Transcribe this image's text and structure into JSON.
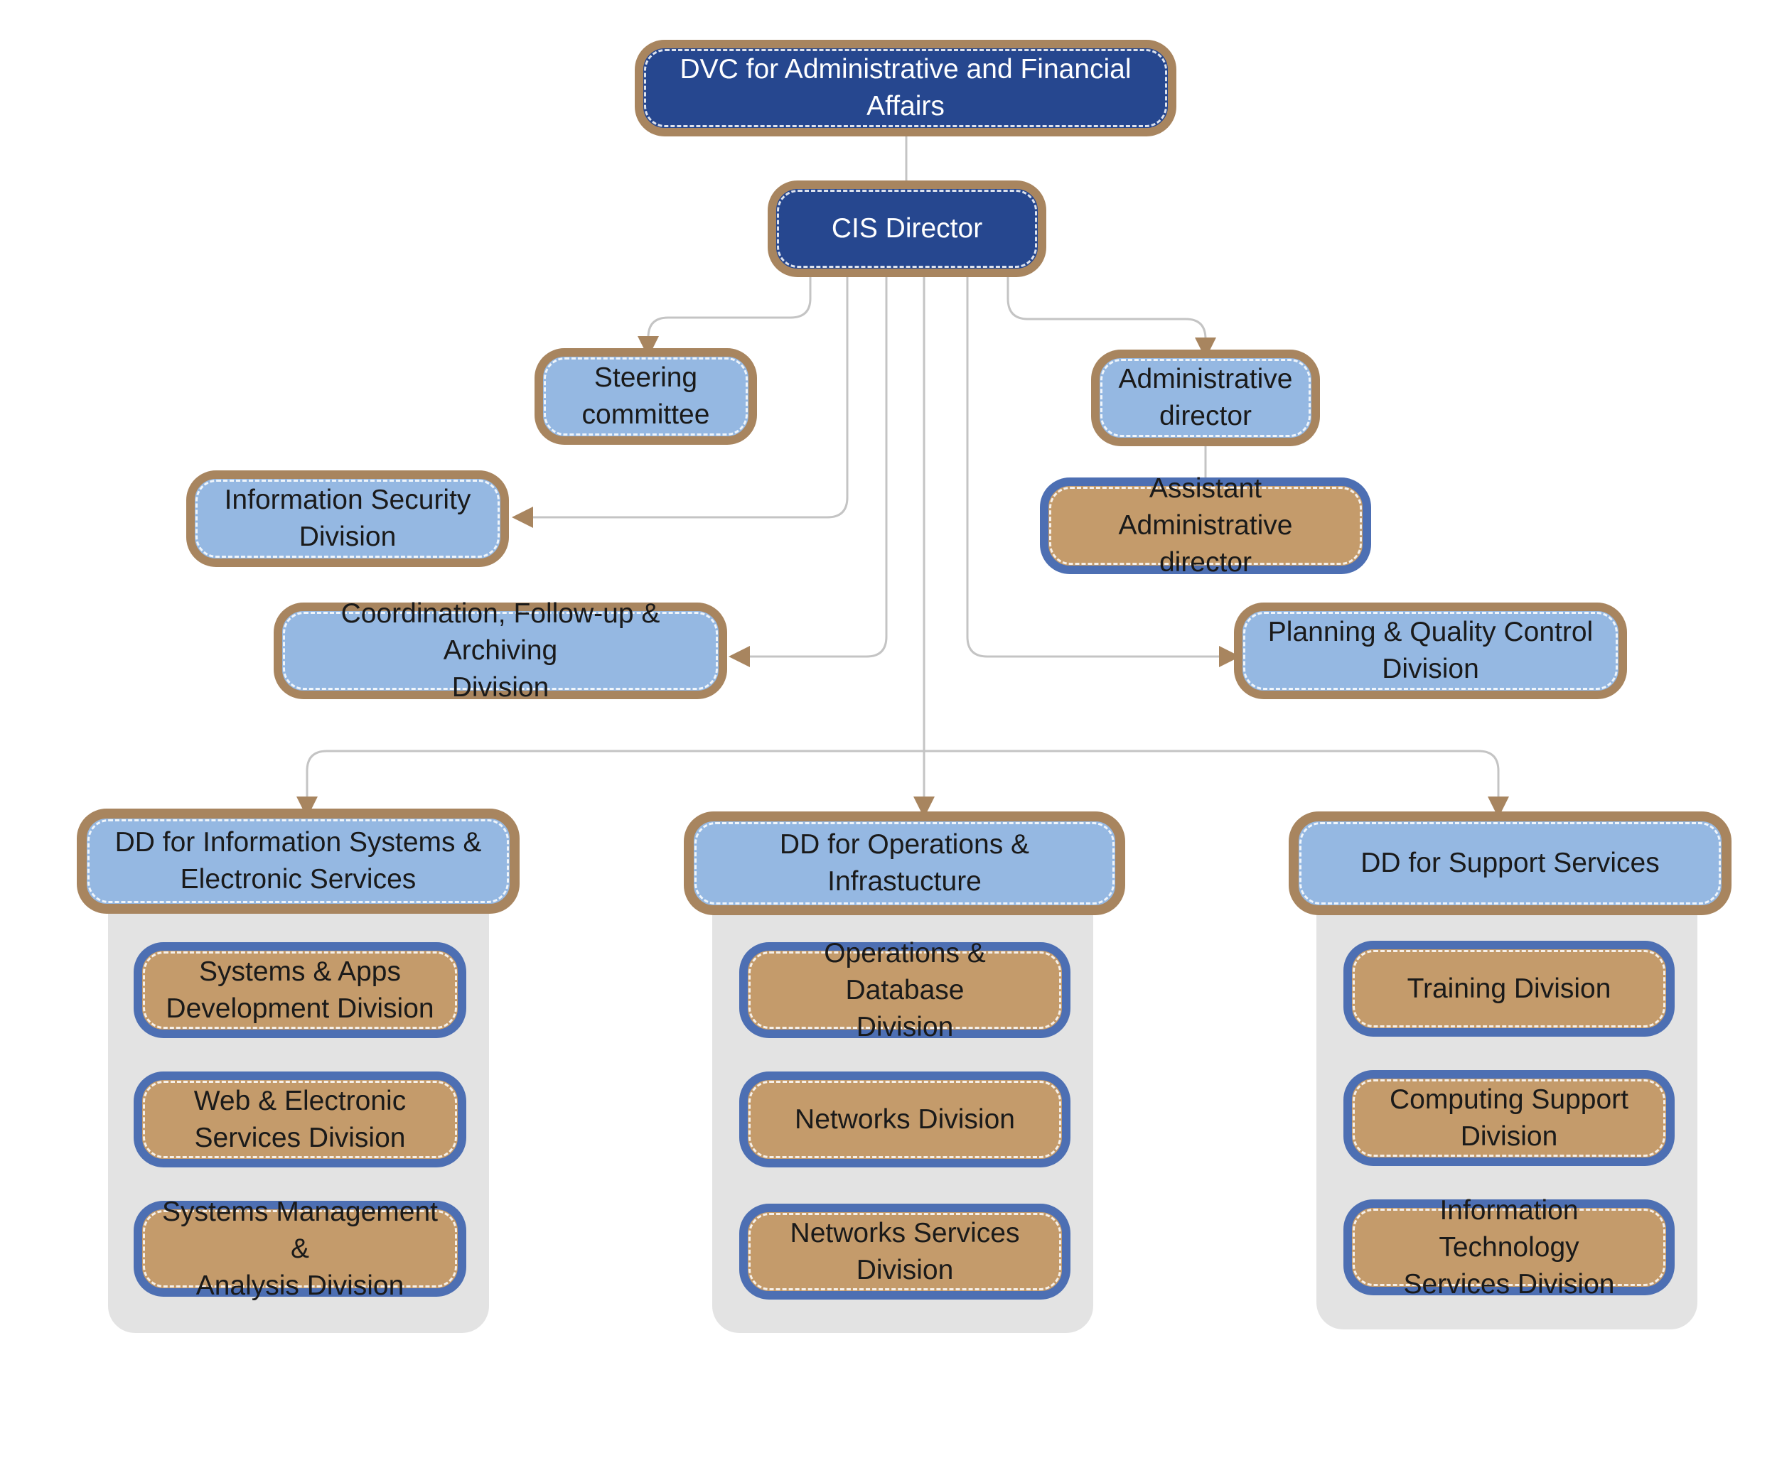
{
  "colors": {
    "executive_fill": "#26478f",
    "unit_fill": "#95b8e2",
    "division_fill": "#c49b6b",
    "border_brown": "#a8855f",
    "border_blue": "#4d6fb3",
    "panel_gray": "#e3e3e3",
    "connector_gray": "#c4c4c4",
    "arrow_brown": "#a8855f"
  },
  "top": {
    "dvc": "DVC for Administrative and Financial Affairs",
    "director": "CIS Director"
  },
  "staff_units": {
    "steering": "Steering\ncommittee",
    "security": "Information Security\nDivision",
    "coordination": "Coordination, Follow-up & Archiving\nDivision",
    "admin_director": "Administrative\ndirector",
    "assistant_admin": "Assistant Administrative\ndirector",
    "planning": "Planning & Quality Control\nDivision"
  },
  "deputies": [
    {
      "title": "DD for Information Systems &\nElectronic Services",
      "divisions": [
        "Systems & Apps\nDevelopment Division",
        "Web & Electronic\nServices Division",
        "Systems Management &\nAnalysis Division"
      ]
    },
    {
      "title": "DD for Operations & Infrastucture",
      "divisions": [
        "Operations & Database\nDivision",
        "Networks Division",
        "Networks Services\nDivision"
      ]
    },
    {
      "title": "DD for Support Services",
      "divisions": [
        "Training Division",
        "Computing Support\nDivision",
        "Information Technology\nServices Division"
      ]
    }
  ]
}
